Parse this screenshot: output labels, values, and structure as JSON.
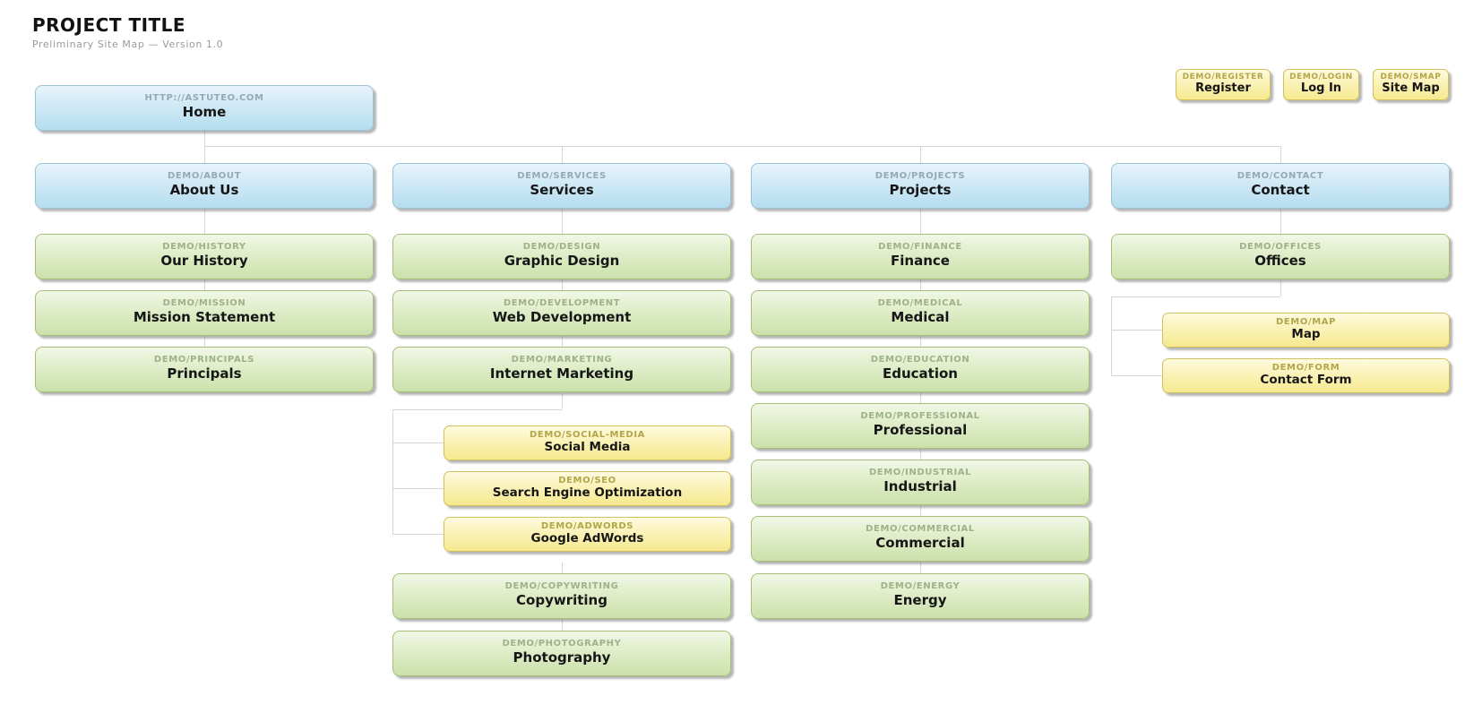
{
  "header": {
    "title": "PROJECT TITLE",
    "subtitle": "Preliminary Site Map — Version 1.0"
  },
  "nodes": {
    "home": {
      "path": "HTTP://ASTUTEO.COM",
      "label": "Home"
    },
    "register": {
      "path": "DEMO/REGISTER",
      "label": "Register"
    },
    "login": {
      "path": "DEMO/LOGIN",
      "label": "Log In"
    },
    "smap": {
      "path": "DEMO/SMAP",
      "label": "Site Map"
    },
    "about": {
      "path": "DEMO/ABOUT",
      "label": "About Us"
    },
    "history": {
      "path": "DEMO/HISTORY",
      "label": "Our History"
    },
    "mission": {
      "path": "DEMO/MISSION",
      "label": "Mission Statement"
    },
    "principals": {
      "path": "DEMO/PRINCIPALS",
      "label": "Principals"
    },
    "services": {
      "path": "DEMO/SERVICES",
      "label": "Services"
    },
    "design": {
      "path": "DEMO/DESIGN",
      "label": "Graphic Design"
    },
    "development": {
      "path": "DEMO/DEVELOPMENT",
      "label": "Web Development"
    },
    "marketing": {
      "path": "DEMO/MARKETING",
      "label": "Internet Marketing"
    },
    "social_media": {
      "path": "DEMO/SOCIAL-MEDIA",
      "label": "Social Media"
    },
    "seo": {
      "path": "DEMO/SEO",
      "label": "Search Engine Optimization"
    },
    "adwords": {
      "path": "DEMO/ADWORDS",
      "label": "Google AdWords"
    },
    "copywriting": {
      "path": "DEMO/COPYWRITING",
      "label": "Copywriting"
    },
    "photography": {
      "path": "DEMO/PHOTOGRAPHY",
      "label": "Photography"
    },
    "projects": {
      "path": "DEMO/PROJECTS",
      "label": "Projects"
    },
    "finance": {
      "path": "DEMO/FINANCE",
      "label": "Finance"
    },
    "medical": {
      "path": "DEMO/MEDICAL",
      "label": "Medical"
    },
    "education": {
      "path": "DEMO/EDUCATION",
      "label": "Education"
    },
    "professional": {
      "path": "DEMO/PROFESSIONAL",
      "label": "Professional"
    },
    "industrial": {
      "path": "DEMO/INDUSTRIAL",
      "label": "Industrial"
    },
    "commercial": {
      "path": "DEMO/COMMERCIAL",
      "label": "Commercial"
    },
    "energy": {
      "path": "DEMO/ENERGY",
      "label": "Energy"
    },
    "contact": {
      "path": "DEMO/CONTACT",
      "label": "Contact"
    },
    "offices": {
      "path": "DEMO/OFFICES",
      "label": "Offices"
    },
    "map": {
      "path": "DEMO/MAP",
      "label": "Map"
    },
    "form": {
      "path": "DEMO/FORM",
      "label": "Contact Form"
    }
  },
  "colors": {
    "blue_top": "#e8f4fb",
    "blue_bottom": "#b5ddef",
    "blue_border": "#9cc2d4",
    "blue_label": "#93a9b7",
    "green_top": "#f1f7e7",
    "green_bottom": "#cbe1ab",
    "green_border": "#a6be77",
    "green_label": "#9fb287",
    "yellow_top": "#fefbe0",
    "yellow_bottom": "#f6e98f",
    "yellow_border": "#d2c05e",
    "yellow_label": "#b3a548",
    "connector": "#d5d5d5",
    "node_title_text": "#161616",
    "page_title_text": "#121212",
    "subtitle_text": "#9a9a9a"
  }
}
